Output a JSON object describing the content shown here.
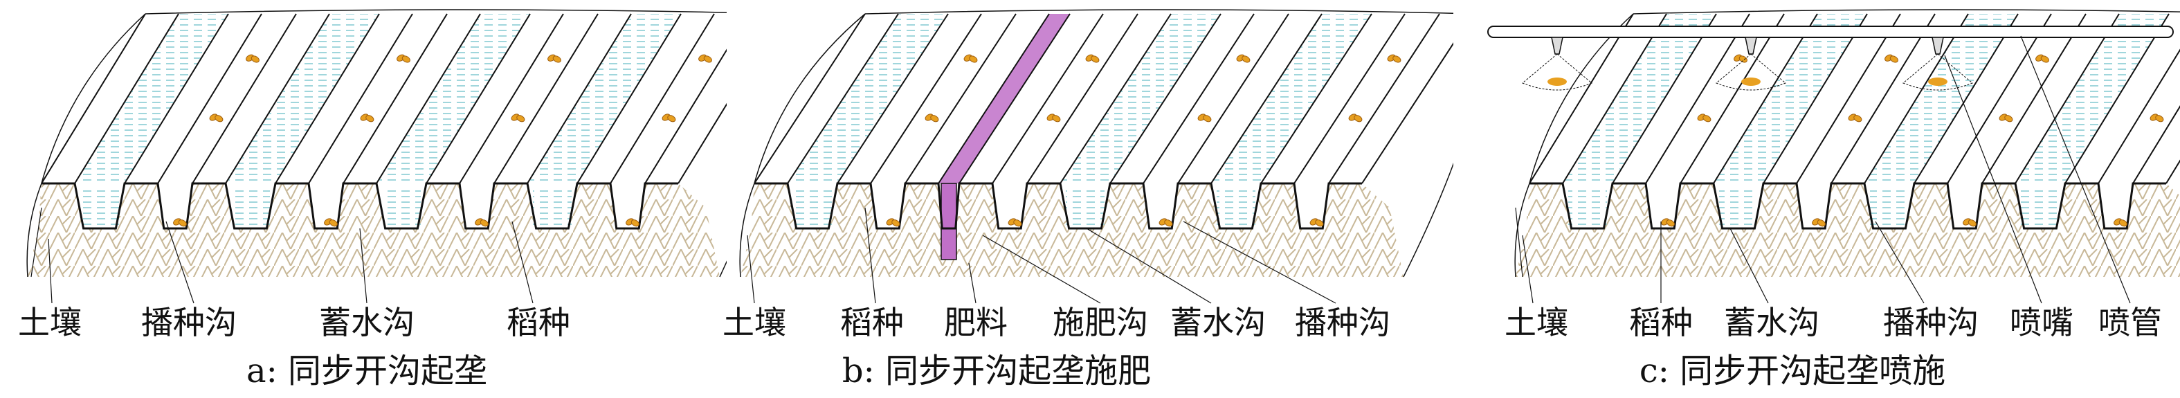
{
  "panels": [
    {
      "id": "a",
      "caption": "a: 同步开沟起垄",
      "labels": [
        "土壤",
        "播种沟",
        "蓄水沟",
        "稻种"
      ]
    },
    {
      "id": "b",
      "caption": "b: 同步开沟起垄施肥",
      "labels": [
        "土壤",
        "稻种",
        "肥料",
        "施肥沟",
        "蓄水沟",
        "播种沟"
      ]
    },
    {
      "id": "c",
      "caption": "c: 同步开沟起垄喷施",
      "labels": [
        "土壤",
        "稻种",
        "蓄水沟",
        "播种沟",
        "喷嘴",
        "喷管"
      ]
    }
  ],
  "colors": {
    "soil": "#c8b898",
    "water": "#7fc8d0",
    "seed": "#e8a020",
    "fertilizer": "#c070c8",
    "line": "#111111"
  }
}
